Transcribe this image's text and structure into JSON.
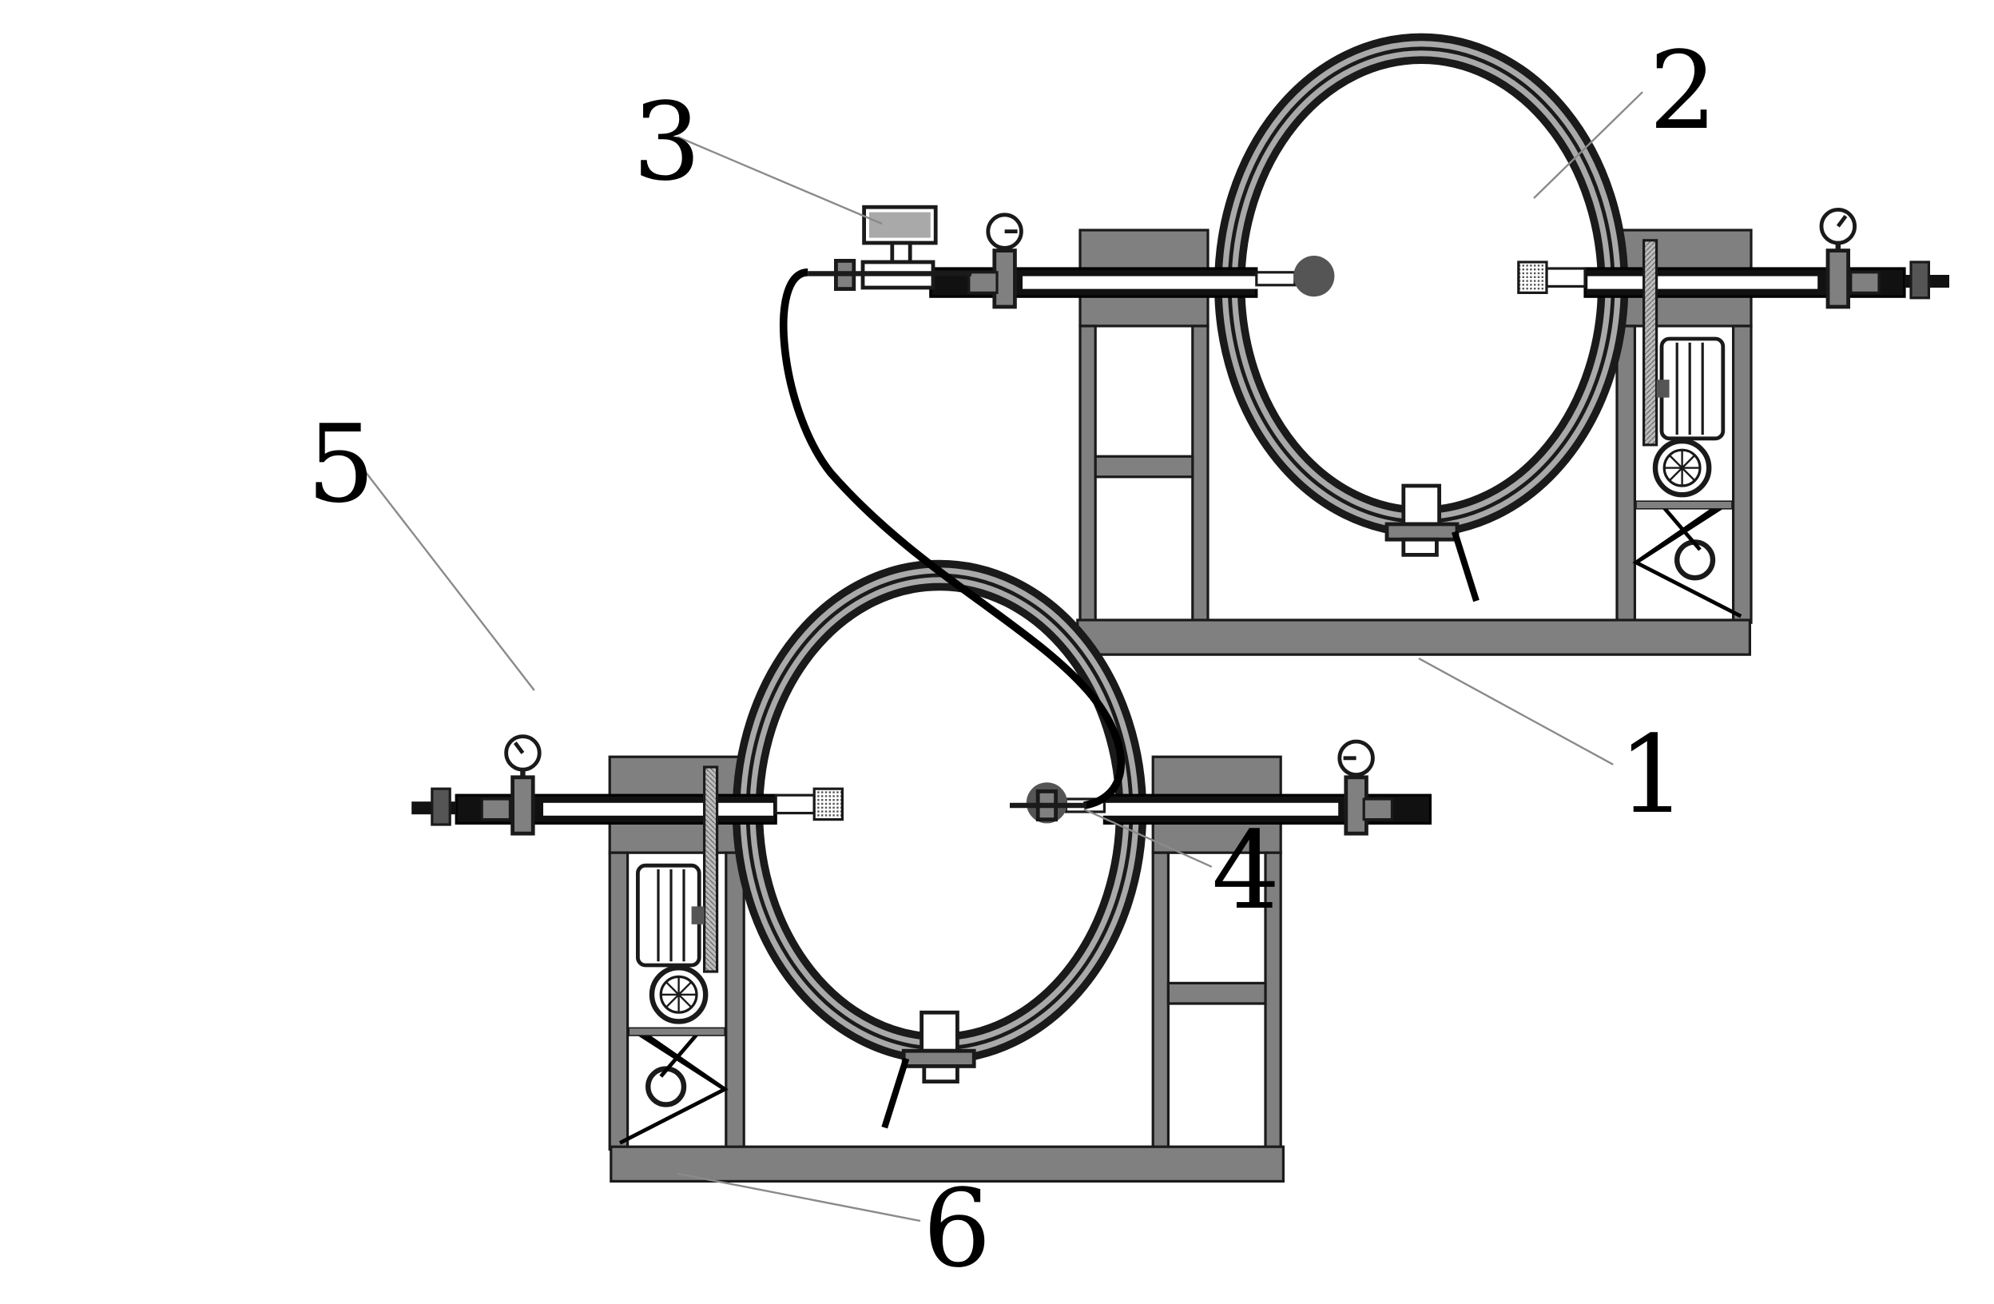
{
  "diagram": {
    "callouts": [
      {
        "id": "c1",
        "label": "1"
      },
      {
        "id": "c2",
        "label": "2"
      },
      {
        "id": "c3",
        "label": "3"
      },
      {
        "id": "c4",
        "label": "4"
      },
      {
        "id": "c5",
        "label": "5"
      },
      {
        "id": "c6",
        "label": "6"
      }
    ]
  },
  "colors": {
    "frame_fill": "#808080",
    "frame_stroke": "#1a1a1a",
    "ring_dark": "#1a1a1a",
    "ring_light": "#a9a9a9",
    "hose": "#000000",
    "ball": "#555555",
    "leader_line": "#8a8a8a"
  }
}
